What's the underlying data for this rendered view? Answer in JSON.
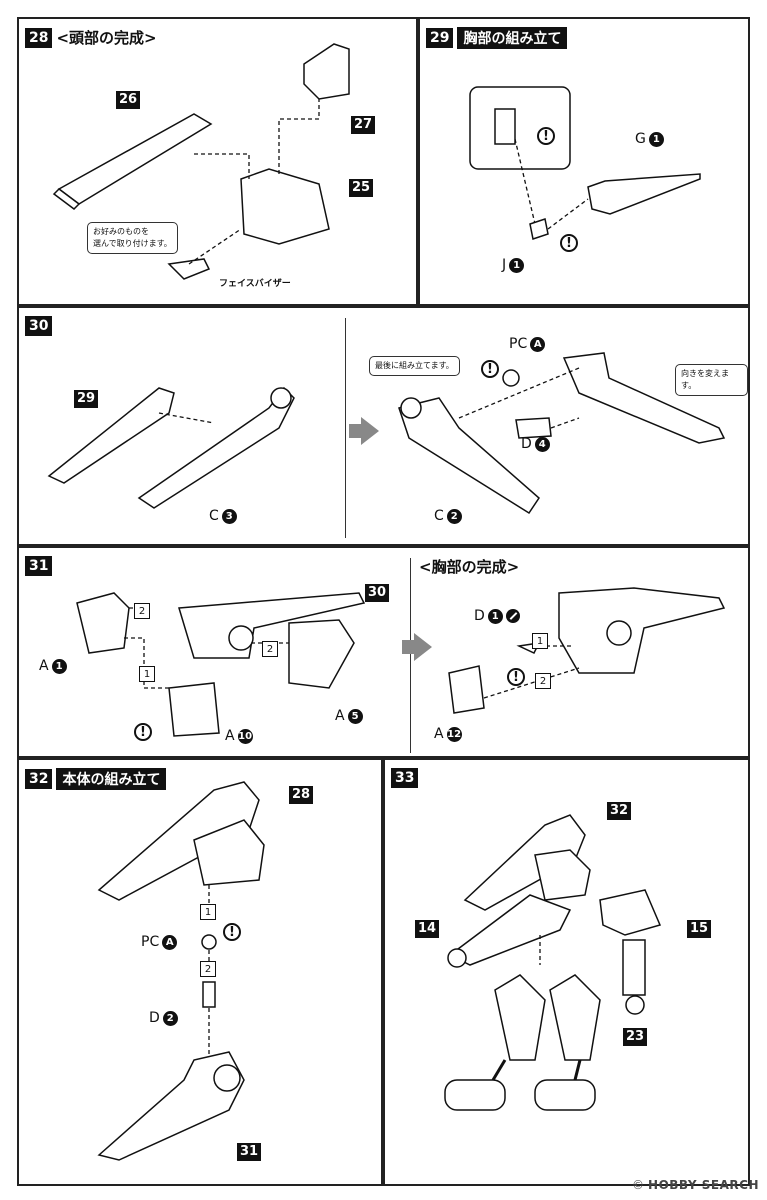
{
  "steps": {
    "s28": {
      "num": "28",
      "title": "<頭部の完成>",
      "parts": {
        "p26": "26",
        "p27": "27",
        "p25": "25"
      },
      "note": "お好みのものを\n選んで取り付けます。",
      "visor": "フェイスバイザー"
    },
    "s29": {
      "num": "29",
      "title": "胸部の組み立て",
      "g": "G",
      "g_n": "1",
      "j": "J",
      "j_n": "1"
    },
    "s30": {
      "num": "30",
      "p29": "29",
      "c": "C",
      "c_n": "3",
      "note1": "最後に組み立てます。",
      "note2": "向きを変えます。",
      "pc": "PC",
      "pc_n": "A",
      "d": "D",
      "d_n": "4",
      "c2": "C",
      "c2_n": "2"
    },
    "s31": {
      "num": "31",
      "p30": "30",
      "a1": "A",
      "a1_n": "1",
      "a10": "A",
      "a10_n": "10",
      "a5": "A",
      "a5_n": "5",
      "title2": "<胸部の完成>",
      "d1": "D",
      "d1_n": "1",
      "a12": "A",
      "a12_n": "12"
    },
    "s32": {
      "num": "32",
      "title": "本体の組み立て",
      "p28": "28",
      "pc": "PC",
      "pc_n": "A",
      "d": "D",
      "d_n": "2",
      "p31": "31"
    },
    "s33": {
      "num": "33",
      "p32": "32",
      "p14": "14",
      "p15": "15",
      "p23": "23"
    }
  },
  "step_marks": {
    "one": "1",
    "two": "2"
  },
  "warn": "!",
  "watermark": {
    "text": "HOBBY SEARCH",
    "copy": "©"
  }
}
